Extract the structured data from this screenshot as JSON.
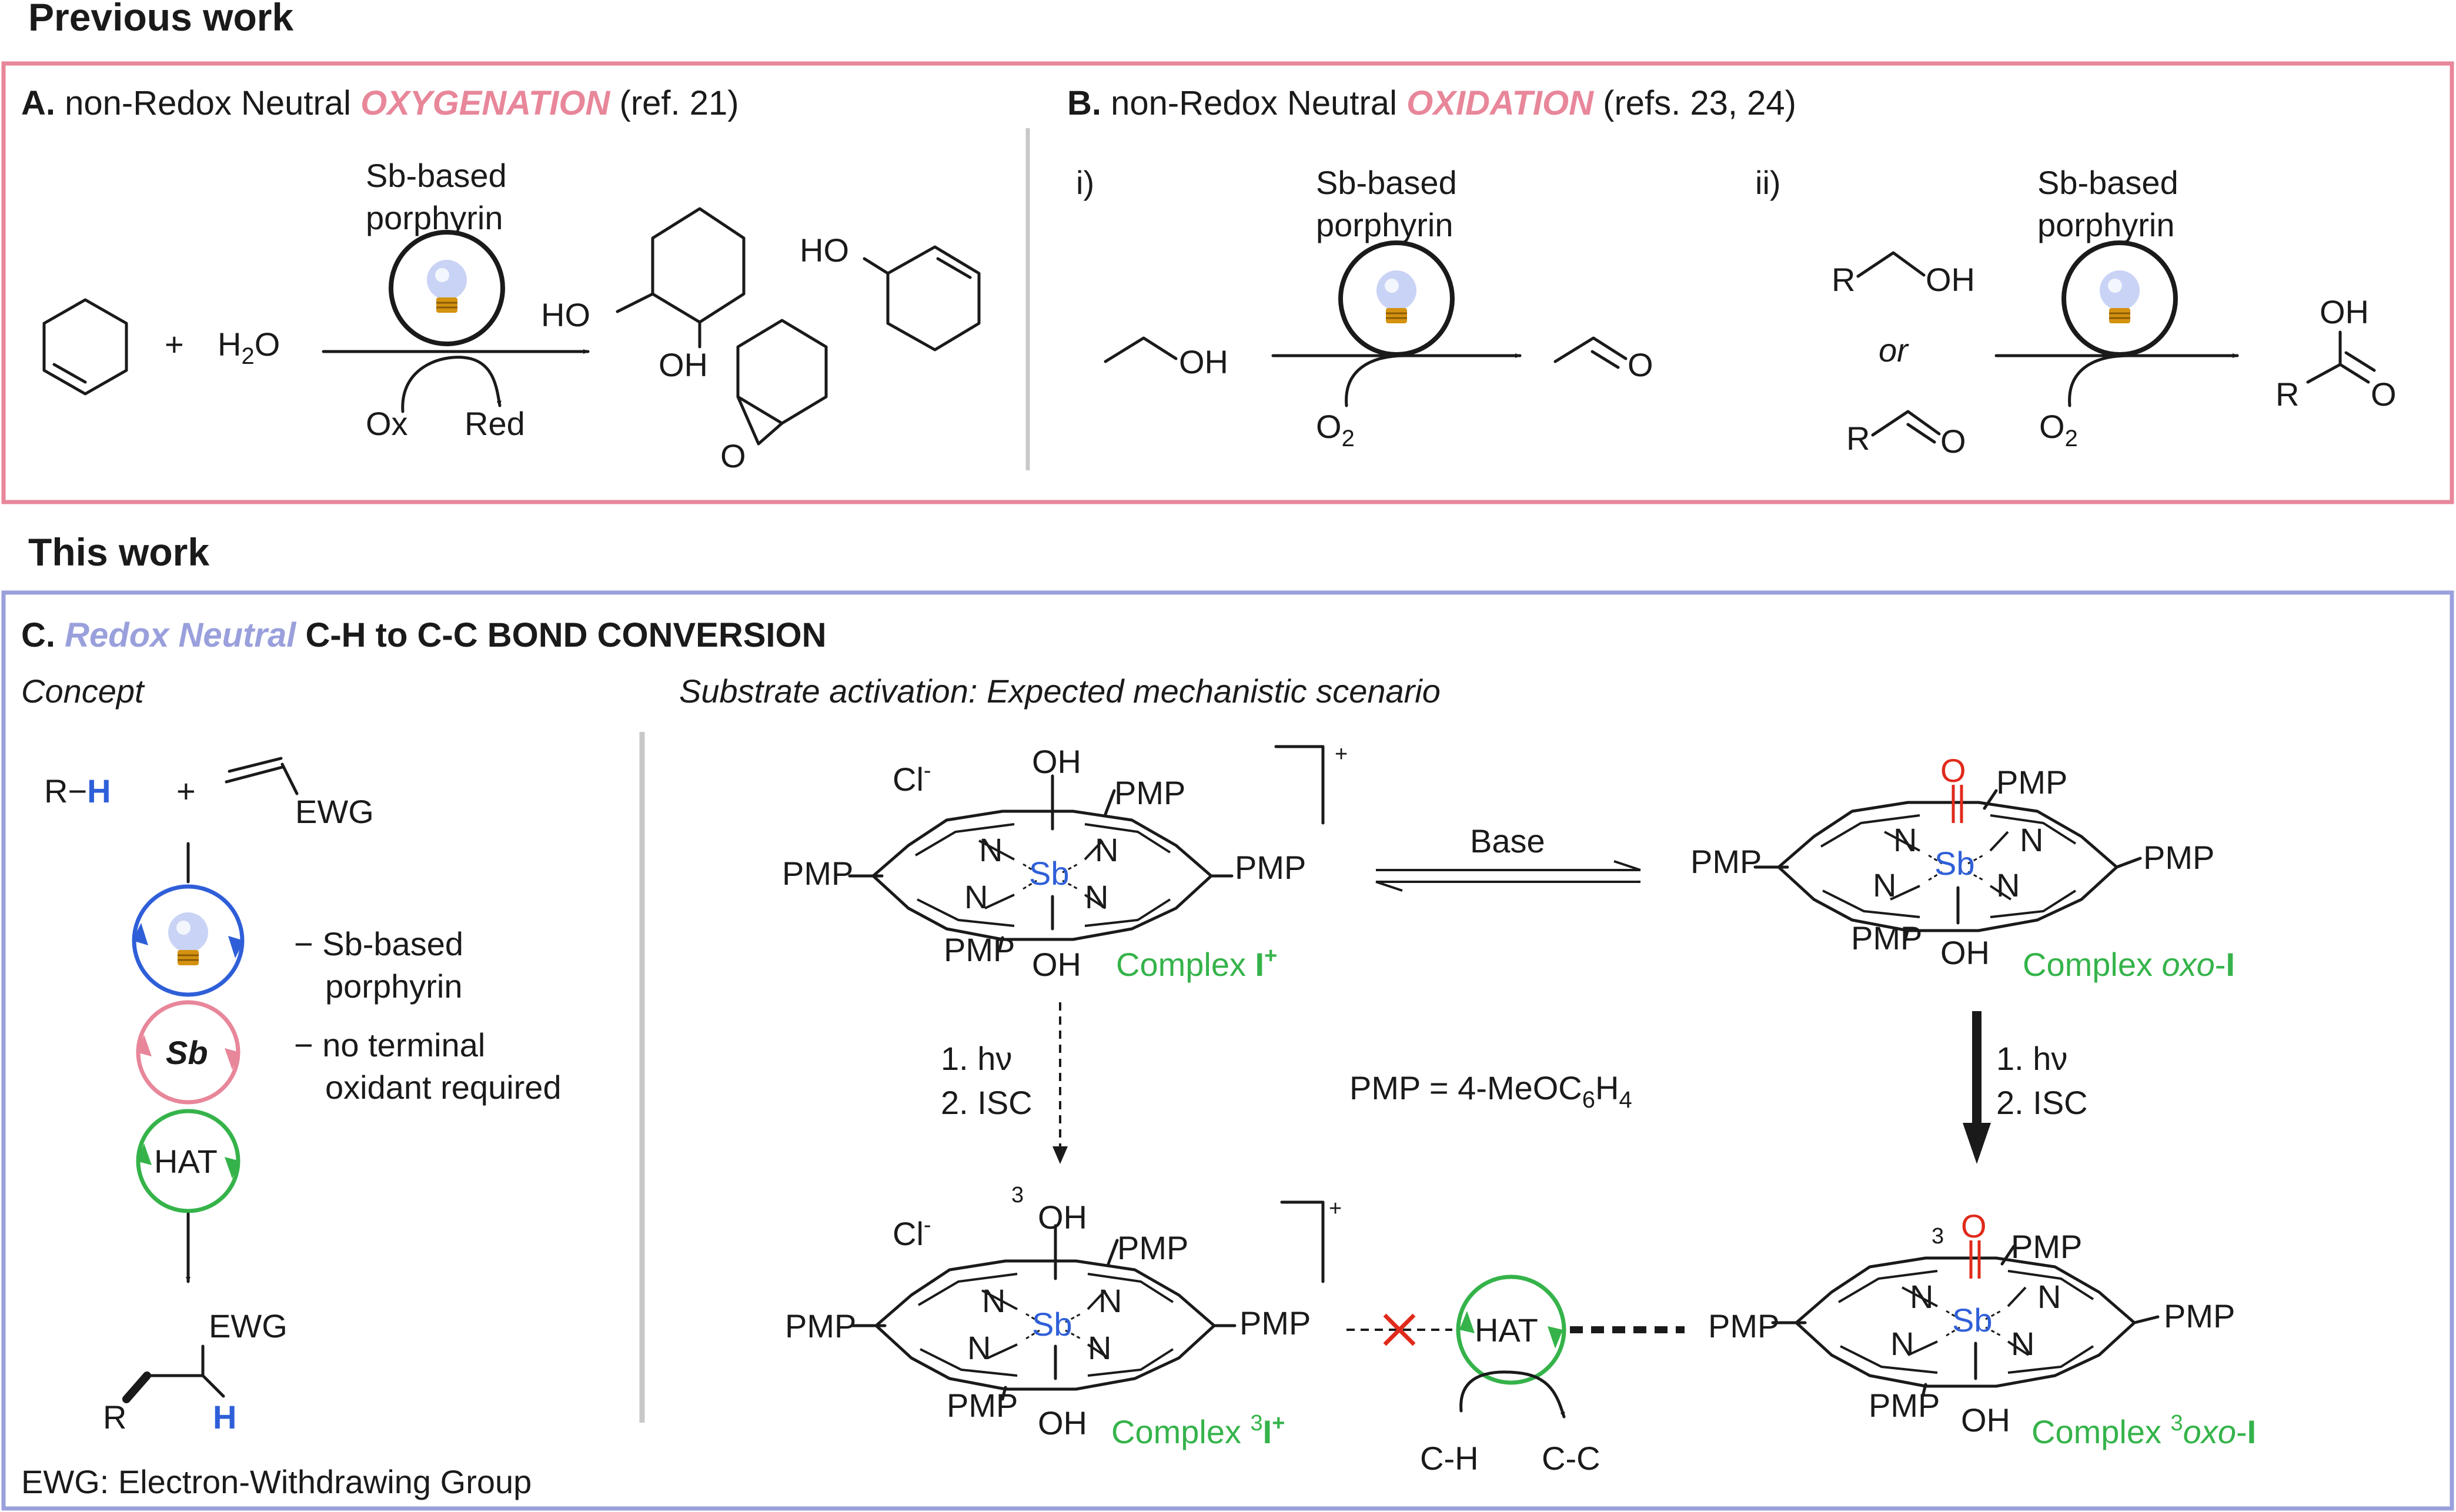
{
  "headings": {
    "previous": "Previous work",
    "this_work": "This work"
  },
  "panelA": {
    "letter": "A.",
    "pre": "non-Redox Neutral ",
    "keyword": "OXYGENATION",
    "ref": " (ref. 21)",
    "catalyst1": "Sb-based",
    "catalyst2": "porphyrin",
    "plus": "+",
    "water": "H",
    "water_sub": "2",
    "water_o": "O",
    "ox": "Ox",
    "red": "Red",
    "ho": "HO",
    "oh": "OH",
    "o": "O"
  },
  "panelB": {
    "letter": "B.",
    "pre": "non-Redox Neutral ",
    "keyword": "OXIDATION",
    "ref": " (refs. 23, 24)",
    "i": "i)",
    "ii": "ii)",
    "catalyst1": "Sb-based",
    "catalyst2": "porphyrin",
    "oh": "OH",
    "o": "O",
    "o2": "O",
    "o2_sub": "2",
    "r": "R",
    "or": "or"
  },
  "panelC": {
    "letter": "C.",
    "keyword": "Redox Neutral",
    "title": " C-H to C-C BOND CONVERSION",
    "concept": "Concept",
    "scenario": "Substrate activation:  Expected mechanistic scenario",
    "rh_r": "R",
    "rh_dash": "−",
    "rh_h": "H",
    "plus": "+",
    "ewg": "EWG",
    "bullet1a": "− Sb-based",
    "bullet1b": "porphyrin",
    "bullet2a": "− no terminal",
    "bullet2b": "oxidant required",
    "sb": "Sb",
    "hat": "HAT",
    "r": "R",
    "h": "H",
    "ewg_def": "EWG: Electron-Withdrawing Group",
    "cl": "Cl",
    "cl_sup": "-",
    "plus_charge": "+",
    "oh": "OH",
    "n": "N",
    "pmp": "PMP",
    "o": "O",
    "three": "3",
    "complex_I": "Complex ",
    "I_label": "I",
    "I_sup": "+",
    "complex_oxo": "Complex ",
    "oxo_it": "oxo",
    "oxo_dash": "-",
    "oxo_I": "I",
    "base": "Base",
    "step1": "1. hν",
    "step2": "2. ISC",
    "pmp_def": "PMP = 4-MeOC",
    "pmp_sub1": "6",
    "pmp_mid": "H",
    "pmp_sub2": "4",
    "complex_3I": "Complex ",
    "complex_3oxo": "Complex ",
    "ch": "C-H",
    "cc": "C-C"
  },
  "colors": {
    "pink_frame": "#e8869a",
    "lavender_frame": "#9aa0dc",
    "green": "#35b34a",
    "blue": "#2f5fd8",
    "red": "#e02a1b",
    "bulb": "#c9d3f5",
    "bulb_base": "#d4920f"
  },
  "icons": [
    "lightbulb-icon",
    "photocatalyst-cycle-icon",
    "cross-mark-icon"
  ]
}
